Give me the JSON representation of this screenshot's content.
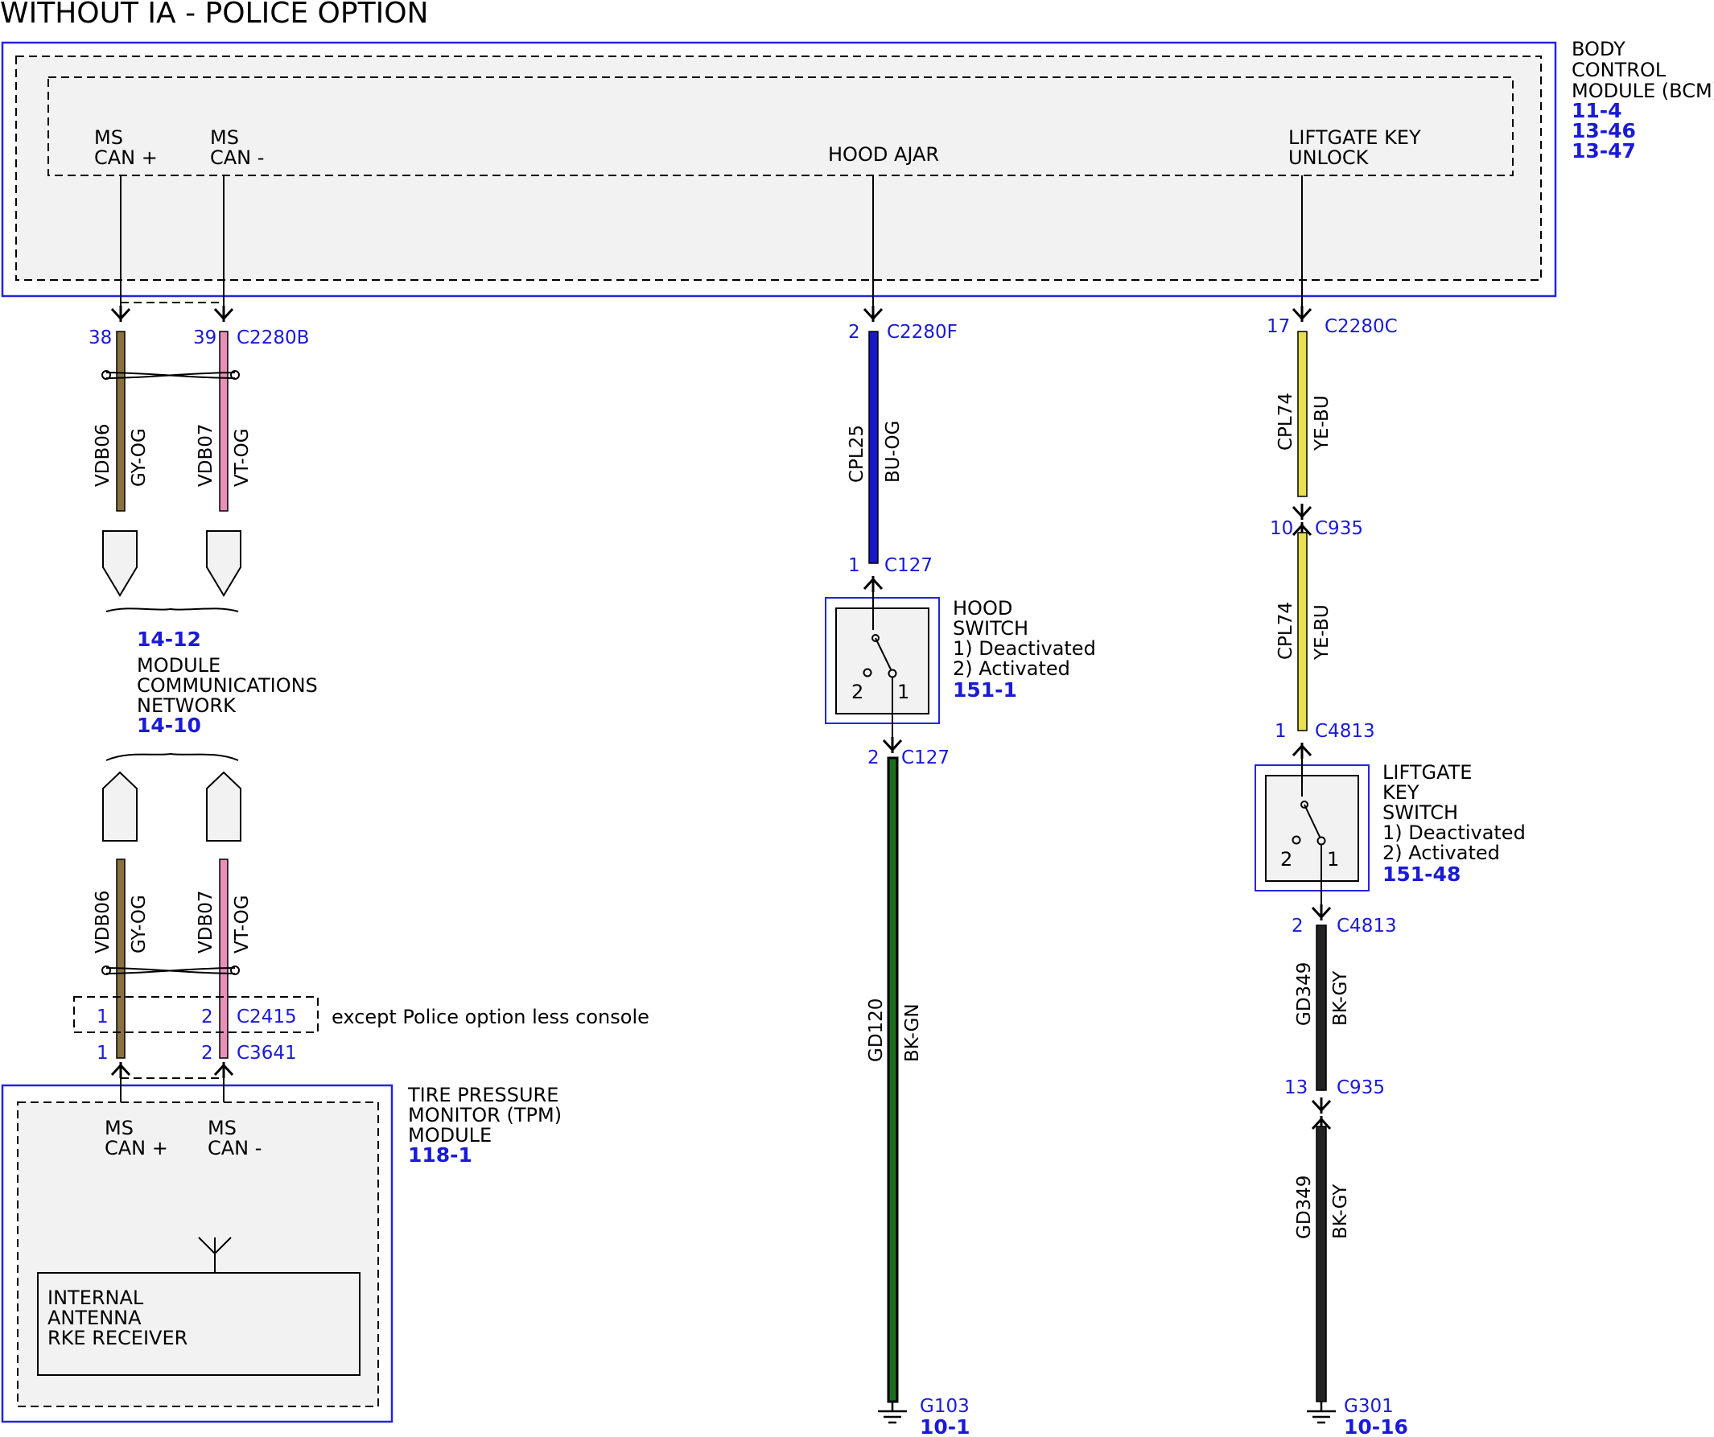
{
  "title": "WITHOUT IA - POLICE OPTION",
  "colors": {
    "connector_text": "#1a1ad8",
    "module_border": "#2424e0",
    "module_fill": "#f2f2f2"
  },
  "bcm": {
    "name_line1": "BODY",
    "name_line2": "CONTROL",
    "name_line3": "MODULE (BCM)",
    "refs": [
      "11-4",
      "13-46",
      "13-47"
    ],
    "pins": {
      "ms_can_plus": [
        "MS",
        "CAN +"
      ],
      "ms_can_minus": [
        "MS",
        "CAN -"
      ],
      "hood_ajar": "HOOD AJAR",
      "liftgate_key_unlock": [
        "LIFTGATE KEY",
        "UNLOCK"
      ]
    }
  },
  "connectors": {
    "c2280b": {
      "name": "C2280B",
      "pin_plus": "38",
      "pin_minus": "39"
    },
    "c2280f": {
      "name": "C2280F",
      "pin": "2"
    },
    "c2280c": {
      "name": "C2280C",
      "pin": "17"
    },
    "c935_top": {
      "name": "C935",
      "pin": "10"
    },
    "c127_top": {
      "name": "C127",
      "pin": "1"
    },
    "c127_bottom": {
      "name": "C127",
      "pin": "2"
    },
    "c4813_top": {
      "name": "C4813",
      "pin": "1"
    },
    "c4813_bottom": {
      "name": "C4813",
      "pin": "2"
    },
    "c935_bottom": {
      "name": "C935",
      "pin": "13"
    },
    "c2415": {
      "name": "C2415",
      "pin_plus": "1",
      "pin_minus": "2"
    },
    "c3641": {
      "name": "C3641",
      "pin_plus": "1",
      "pin_minus": "2"
    }
  },
  "wires": {
    "vdb06": {
      "circuit": "VDB06",
      "color": "GY-OG",
      "hex": "#8a7040"
    },
    "vdb07": {
      "circuit": "VDB07",
      "color": "VT-OG",
      "hex": "#e890b8"
    },
    "cpl25": {
      "circuit": "CPL25",
      "color": "BU-OG",
      "hex": "#1818c8"
    },
    "cpl74": {
      "circuit": "CPL74",
      "color": "YE-BU",
      "hex": "#e8e050"
    },
    "gd120": {
      "circuit": "GD120",
      "color": "BK-GN",
      "hex": "#1c6c1c"
    },
    "gd349": {
      "circuit": "GD349",
      "color": "BK-GY",
      "hex": "#222222"
    }
  },
  "network": {
    "ref_top": "14-12",
    "line1": "MODULE",
    "line2": "COMMUNICATIONS",
    "line3": "NETWORK",
    "ref_bottom": "14-10"
  },
  "c2415_note": "except Police option less console",
  "hood_switch": {
    "line1": "HOOD",
    "line2": "SWITCH",
    "line3": "1) Deactivated",
    "line4": "2) Activated",
    "ref": "151-1",
    "pos1": "1",
    "pos2": "2"
  },
  "liftgate_switch": {
    "line1": "LIFTGATE",
    "line2": "KEY",
    "line3": "SWITCH",
    "line4": "1) Deactivated",
    "line5": "2) Activated",
    "ref": "151-48",
    "pos1": "1",
    "pos2": "2"
  },
  "tpm": {
    "line1": "TIRE PRESSURE",
    "line2": "MONITOR (TPM)",
    "line3": "MODULE",
    "ref": "118-1",
    "pin_plus": [
      "MS",
      "CAN +"
    ],
    "pin_minus": [
      "MS",
      "CAN -"
    ],
    "antenna": [
      "INTERNAL",
      "ANTENNA",
      "RKE RECEIVER"
    ]
  },
  "grounds": {
    "g103": {
      "name": "G103",
      "ref": "10-1"
    },
    "g301": {
      "name": "G301",
      "ref": "10-16"
    }
  }
}
